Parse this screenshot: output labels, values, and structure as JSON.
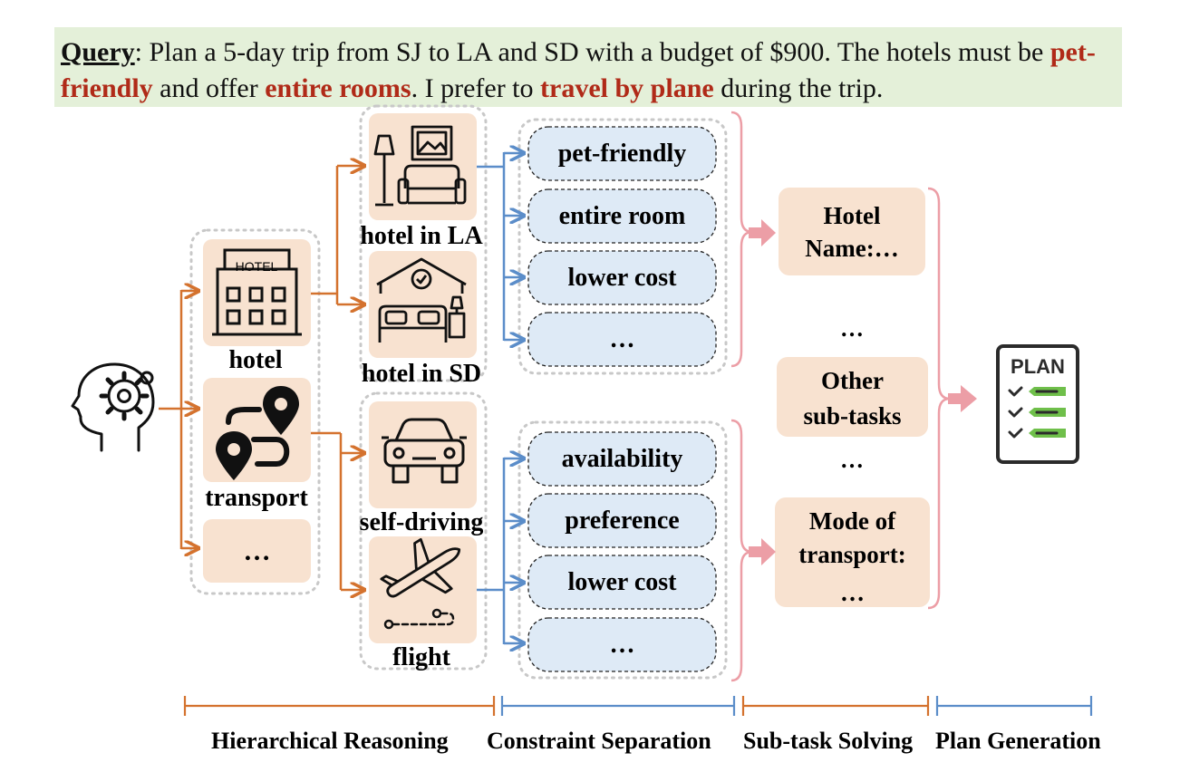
{
  "query": {
    "label": "Query",
    "parts": [
      {
        "text": ": Plan a 5-day trip from SJ to LA and SD with a budget of $900. The hotels must be ",
        "highlight": false
      },
      {
        "text": "pet-friendly",
        "highlight": true
      },
      {
        "text": " and offer ",
        "highlight": false
      },
      {
        "text": "entire rooms",
        "highlight": true
      },
      {
        "text": ". I prefer to ",
        "highlight": false
      },
      {
        "text": "travel by plane",
        "highlight": true
      },
      {
        "text": " during the trip.",
        "highlight": false
      }
    ]
  },
  "level1": {
    "hotel_label": "hotel",
    "transport_label": "transport",
    "more_label": "…",
    "hotel_sign": "HOTEL"
  },
  "level2": {
    "hotel_la_label": "hotel in LA",
    "hotel_sd_label": "hotel in SD",
    "self_driving_label": "self-driving",
    "flight_label": "flight"
  },
  "constraints": {
    "hotel": [
      "pet-friendly",
      "entire room",
      "lower cost",
      "…"
    ],
    "transport": [
      "availability",
      "preference",
      "lower cost",
      "…"
    ]
  },
  "subtasks": {
    "hotel_name_line1": "Hotel",
    "hotel_name_line2": "Name:…",
    "dots_top": "…",
    "other_line1": "Other",
    "other_line2": "sub-tasks",
    "dots_bottom": "…",
    "mode_line1": "Mode of",
    "mode_line2": "transport:",
    "mode_line3": "…"
  },
  "plan_icon_label": "PLAN",
  "stages": [
    "Hierarchical Reasoning",
    "Constraint Separation",
    "Sub-task Solving",
    "Plan Generation"
  ],
  "colors": {
    "orange": "#d4722e",
    "blue": "#5b8dc9",
    "pink": "#ec9ea6",
    "peach": "#f8e2d0",
    "light_blue": "#deeaf6",
    "query_bg": "#e4f0d9",
    "highlight_red": "#b02a18",
    "plan_green": "#6fbf4a"
  }
}
